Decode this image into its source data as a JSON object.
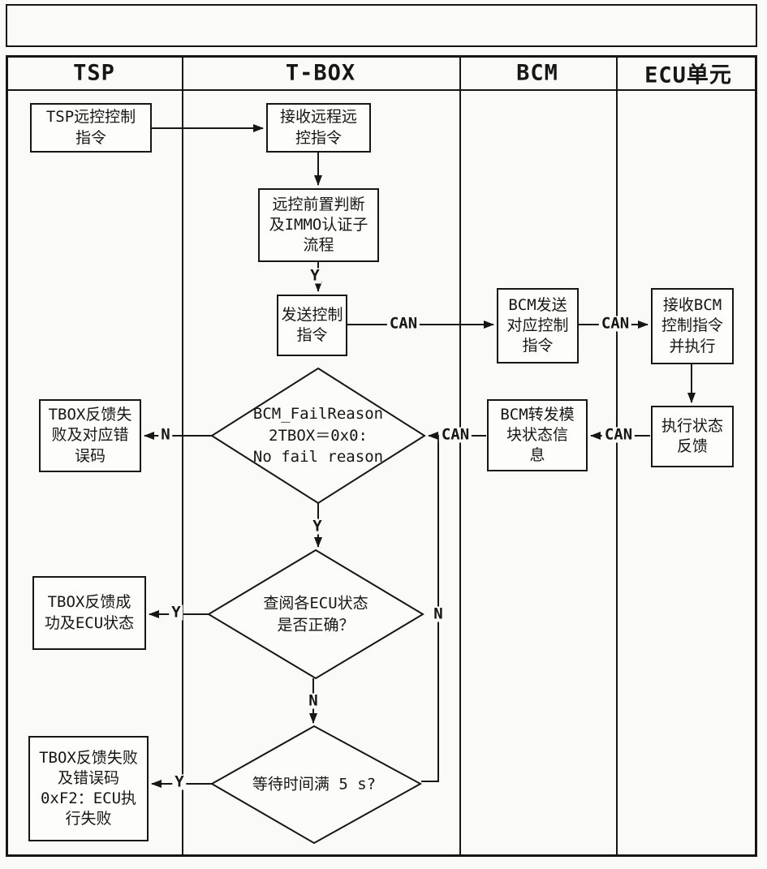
{
  "lanes": [
    {
      "label": "TSP"
    },
    {
      "label": "T-BOX"
    },
    {
      "label": "BCM"
    },
    {
      "label": "ECU单元"
    }
  ],
  "nodes": {
    "tsp_cmd": "TSP远控控制\n指令",
    "receive_remote": "接收远程远\n控指令",
    "precheck_immo": "远控前置判断\n及IMMO认证子\n流程",
    "send_cmd": "发送控制\n指令",
    "bcm_send": "BCM发送\n对应控制\n指令",
    "ecu_receive_exec": "接收BCM\n控制指令\n并执行",
    "tbox_fail_err": "TBOX反馈失\n败及对应错\n误码",
    "bcm_forward_status": "BCM转发模\n块状态信\n息",
    "exec_status_fb": "执行状态\n反馈",
    "tbox_success": "TBOX反馈成\n功及ECU状态",
    "tbox_fail_0xf2": "TBOX反馈失败\n及错误码\n0xF2：ECU执\n行失败"
  },
  "decisions": {
    "bcm_failreason": "BCM_FailReason\n2TBOX＝0x0:\nNo fail reason",
    "ecu_status_ok": "查阅各ECU状态\n是否正确？",
    "wait_5s": "等待时间满 5 s?"
  },
  "edge_labels": {
    "y_precheck": "Y",
    "can_tbox_to_bcm": "CAN",
    "can_bcm_to_ecu": "CAN",
    "can_ecu_to_bcm": "CAN",
    "can_bcm_to_tbox": "CAN",
    "n_failreason": "N",
    "y_failreason": "Y",
    "y_ecu_ok": "Y",
    "n_ecu_ok": "N",
    "y_wait": "Y",
    "n_wait_loop": "N"
  }
}
